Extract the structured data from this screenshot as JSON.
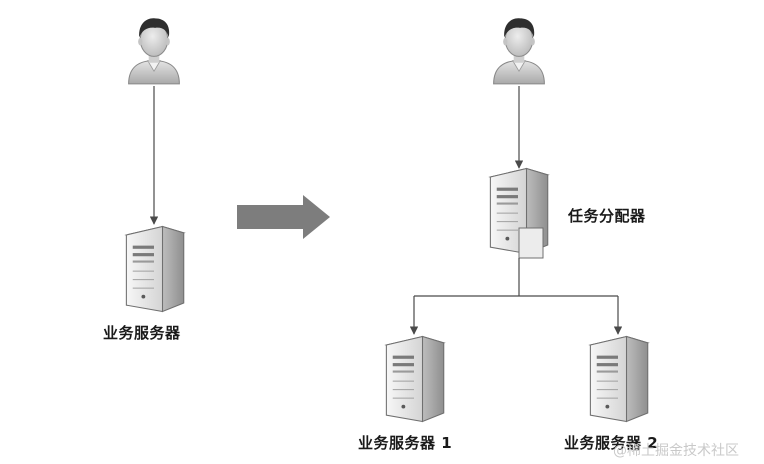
{
  "labels": {
    "left_server": "业务服务器",
    "dispatcher": "任务分配器",
    "server_1": "业务服务器 1",
    "server_2": "业务服务器 2"
  },
  "watermark": "@稀土掘金技术社区",
  "icons": {
    "user": "user-icon",
    "server": "server-icon",
    "transition_arrow": "right-arrow-icon"
  },
  "colors": {
    "line": "#4a4a4a",
    "arrow_fill": "#7d7d7d",
    "server_body": "#e6e6e6",
    "label_text": "#1a1a1a"
  }
}
